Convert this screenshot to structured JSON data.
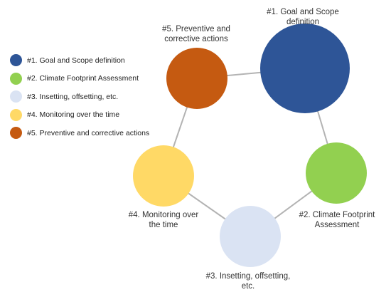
{
  "legend": {
    "items": [
      {
        "label": "#1. Goal and Scope definition",
        "color": "#2e5597"
      },
      {
        "label": "#2. Climate Footprint Assessment",
        "color": "#92d050"
      },
      {
        "label": "#3. Insetting, offsetting, etc.",
        "color": "#dae3f3"
      },
      {
        "label": "#4. Monitoring over the time",
        "color": "#ffd966"
      },
      {
        "label": "#5. Preventive and corrective actions",
        "color": "#c55a11"
      }
    ]
  },
  "nodes": [
    {
      "id": "goal-scope",
      "label_lines": [
        "#1. Goal and Scope",
        "definition"
      ],
      "color": "#2e5597"
    },
    {
      "id": "climate-footprint",
      "label_lines": [
        "#2. Climate Footprint",
        "Assessment"
      ],
      "color": "#92d050"
    },
    {
      "id": "insetting",
      "label_lines": [
        "#3. Insetting, offsetting,",
        "etc."
      ],
      "color": "#dae3f3"
    },
    {
      "id": "monitoring",
      "label_lines": [
        "#4. Monitoring over",
        "the time"
      ],
      "color": "#ffd966"
    },
    {
      "id": "preventive",
      "label_lines": [
        "#5. Preventive and",
        "corrective actions"
      ],
      "color": "#c55a11"
    }
  ],
  "connections": [
    [
      "goal-scope",
      "climate-footprint"
    ],
    [
      "climate-footprint",
      "insetting"
    ],
    [
      "insetting",
      "monitoring"
    ],
    [
      "monitoring",
      "preventive"
    ],
    [
      "preventive",
      "goal-scope"
    ]
  ],
  "colors": {
    "connector": "#b3b3b3",
    "text": "#333333"
  }
}
